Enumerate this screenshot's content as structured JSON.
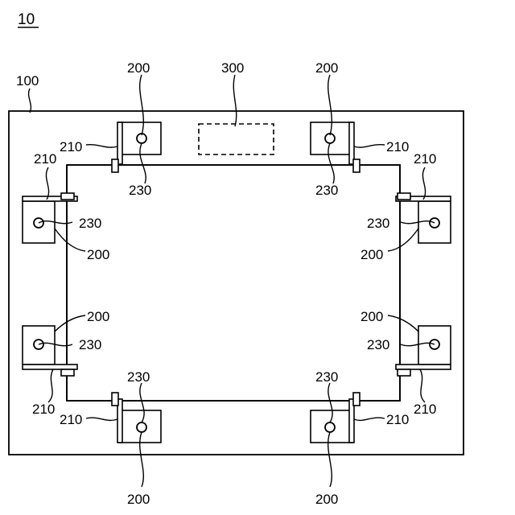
{
  "figure_ref": "10",
  "labels": {
    "base_plate": "100",
    "module_block": "200",
    "hinge_plate": "210",
    "pin_hole": "230",
    "component_300": "300"
  }
}
